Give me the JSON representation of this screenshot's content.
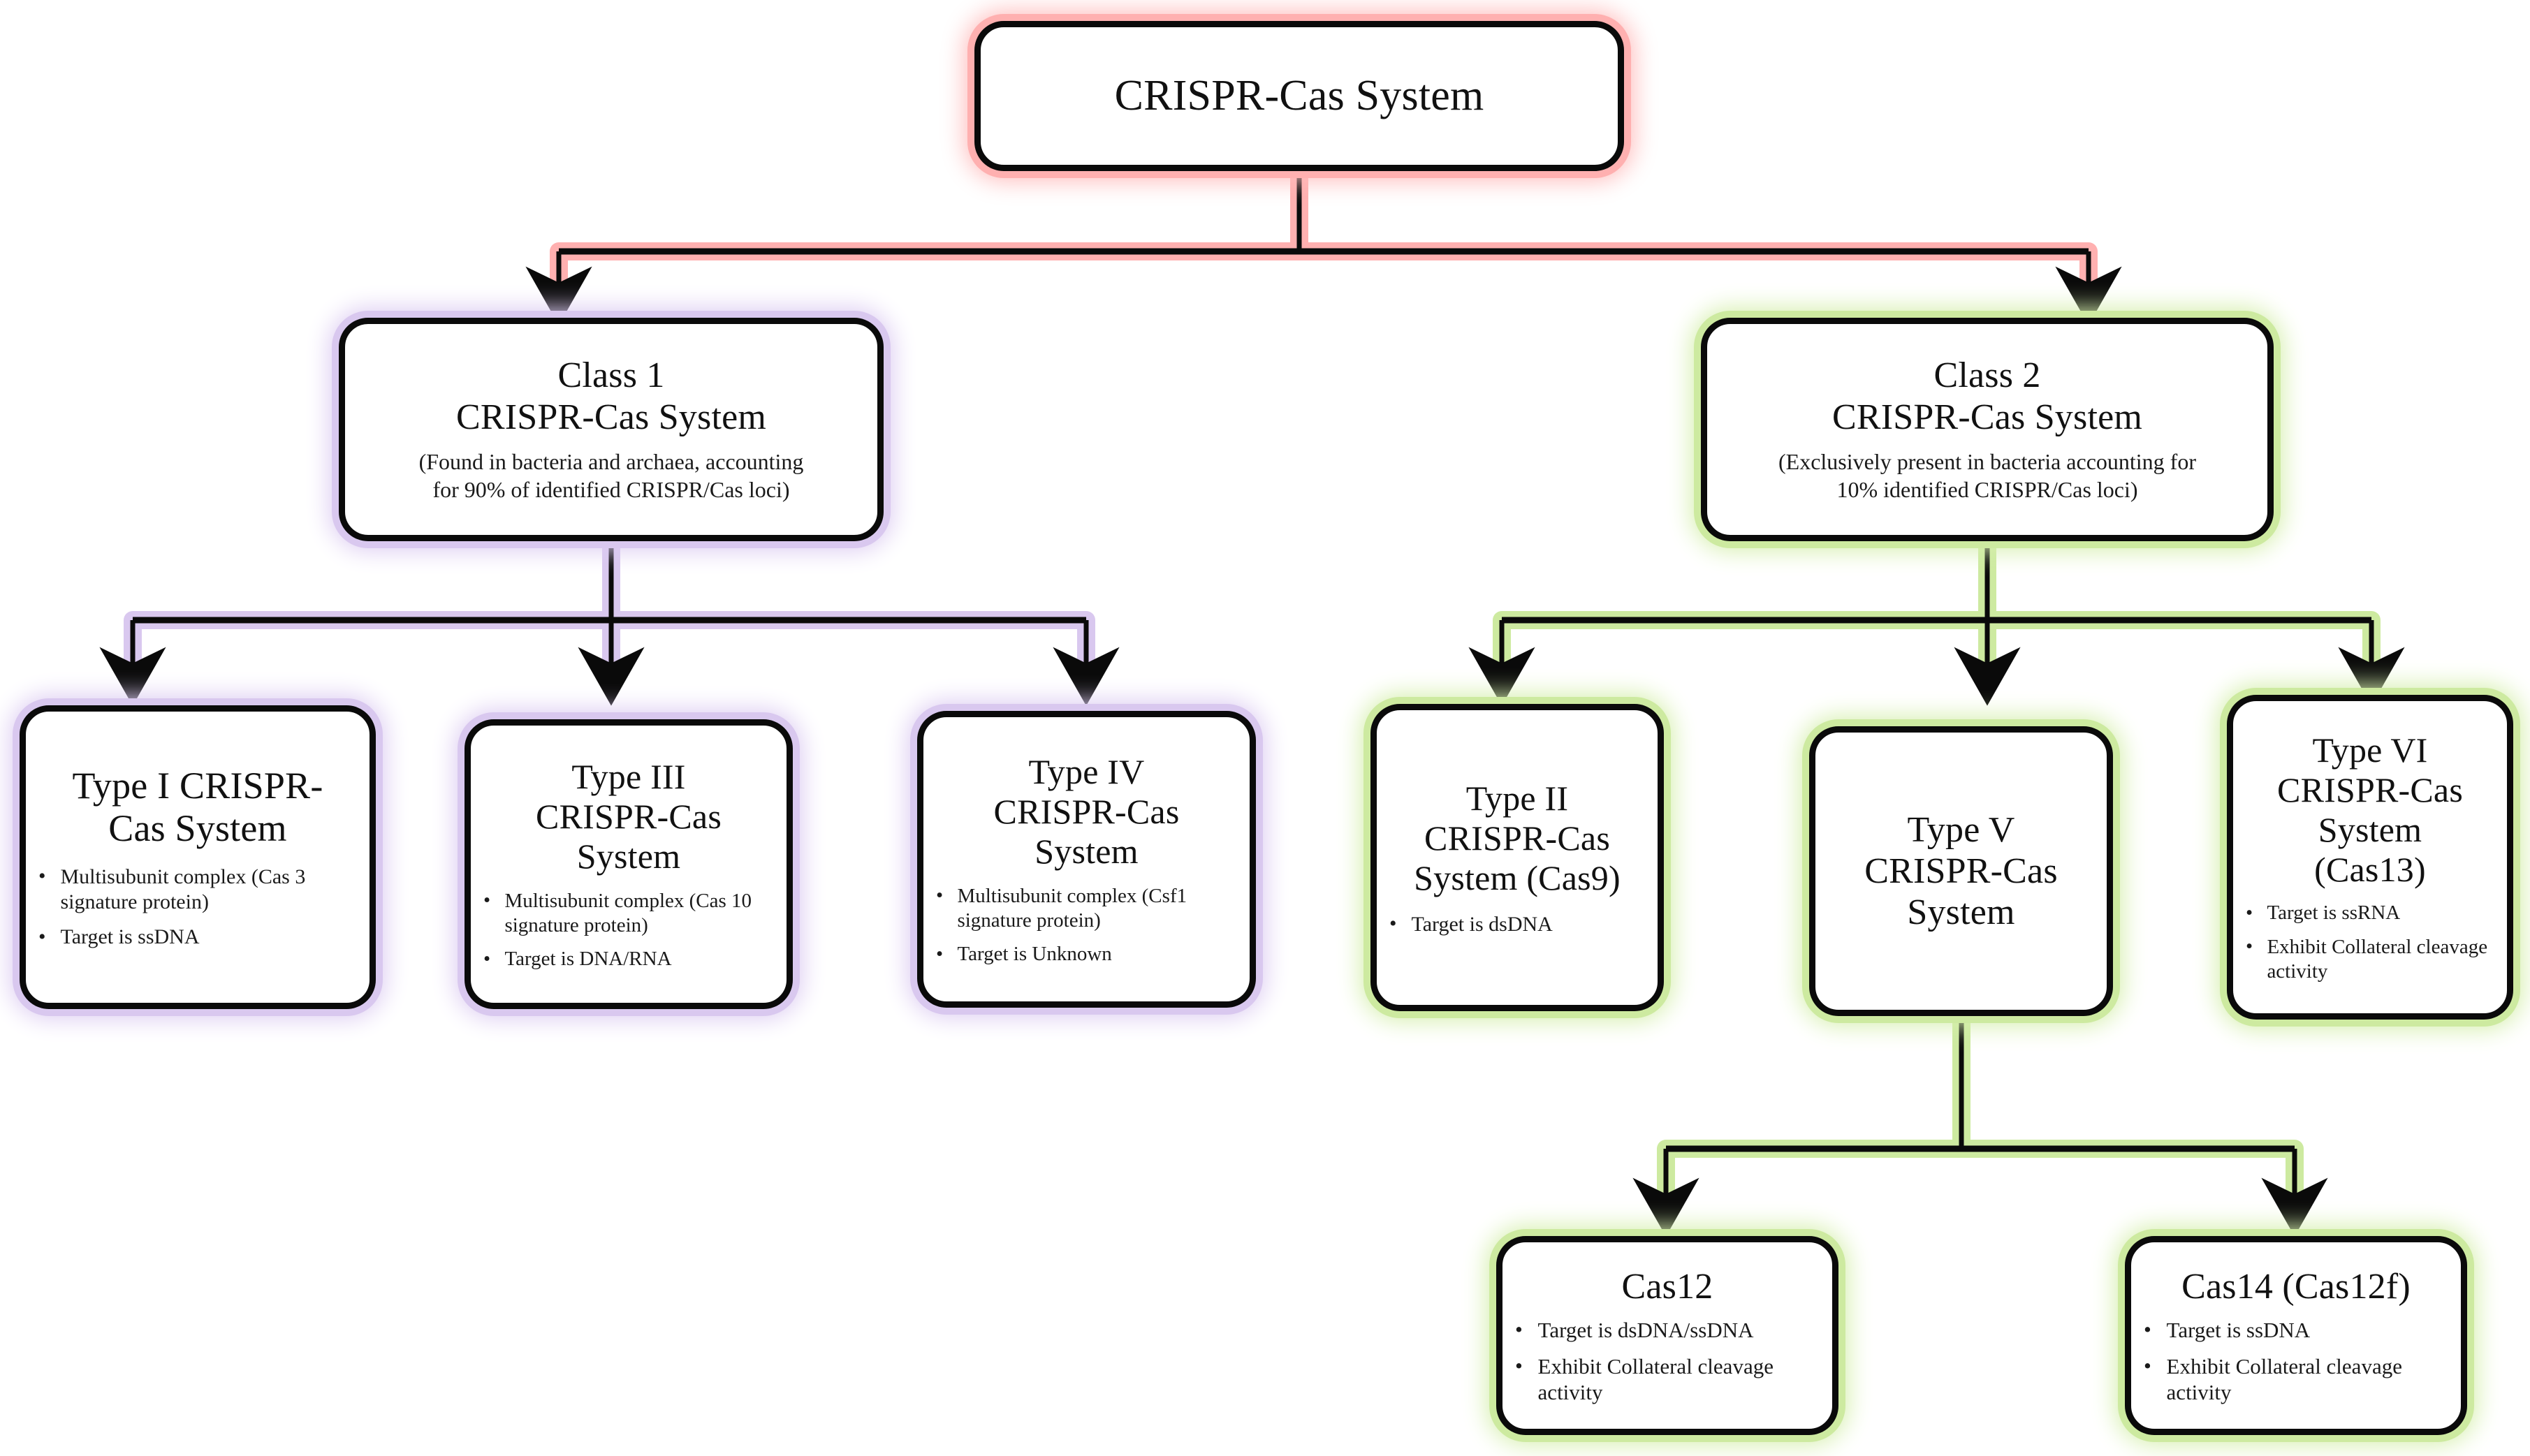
{
  "diagram": {
    "title": "CRISPR-Cas System classification hierarchy",
    "colors": {
      "root_glow": "#ffb0b0",
      "class1_glow": "#d9c8ef",
      "class2_glow": "#cdeaa0",
      "border": "#0a0a0a",
      "background": "#ffffff"
    }
  },
  "nodes": {
    "root": {
      "title": "CRISPR-Cas System"
    },
    "class1": {
      "title": "Class 1\nCRISPR-Cas System",
      "subtitle": "(Found in bacteria and archaea, accounting\nfor 90% of identified CRISPR/Cas loci)"
    },
    "class2": {
      "title": "Class 2\nCRISPR-Cas System",
      "subtitle": "(Exclusively present in bacteria accounting for\n10% identified CRISPR/Cas loci)"
    },
    "type1": {
      "title": "Type I CRISPR-\nCas System",
      "bullets": [
        "Multisubunit complex (Cas 3 signature protein)",
        "Target is ssDNA"
      ]
    },
    "type3": {
      "title": "Type III\nCRISPR-Cas\nSystem",
      "bullets": [
        "Multisubunit complex (Cas 10 signature protein)",
        "Target is DNA/RNA"
      ]
    },
    "type4": {
      "title": "Type IV\nCRISPR-Cas\nSystem",
      "bullets": [
        "Multisubunit complex (Csf1 signature protein)",
        "Target is Unknown"
      ]
    },
    "type2": {
      "title": "Type II\nCRISPR-Cas\nSystem (Cas9)",
      "bullets": [
        "Target is dsDNA"
      ]
    },
    "type5": {
      "title": "Type V\nCRISPR-Cas\nSystem",
      "bullets": []
    },
    "type6": {
      "title": "Type VI\nCRISPR-Cas\nSystem\n(Cas13)",
      "bullets": [
        "Target is ssRNA",
        "Exhibit Collateral cleavage activity"
      ]
    },
    "cas12": {
      "title": "Cas12",
      "bullets": [
        "Target is dsDNA/ssDNA",
        "Exhibit Collateral cleavage activity"
      ]
    },
    "cas14": {
      "title": "Cas14 (Cas12f)",
      "bullets": [
        "Target is ssDNA",
        "Exhibit Collateral cleavage activity"
      ]
    }
  },
  "edges": [
    {
      "from": "root",
      "to": "class1",
      "color": "#ffb0b0"
    },
    {
      "from": "root",
      "to": "class2",
      "color": "#ffb0b0"
    },
    {
      "from": "class1",
      "to": "type1",
      "color": "#d9c8ef"
    },
    {
      "from": "class1",
      "to": "type3",
      "color": "#d9c8ef"
    },
    {
      "from": "class1",
      "to": "type4",
      "color": "#d9c8ef"
    },
    {
      "from": "class2",
      "to": "type2",
      "color": "#cdeaa0"
    },
    {
      "from": "class2",
      "to": "type5",
      "color": "#cdeaa0"
    },
    {
      "from": "class2",
      "to": "type6",
      "color": "#cdeaa0"
    },
    {
      "from": "type5",
      "to": "cas12",
      "color": "#cdeaa0"
    },
    {
      "from": "type5",
      "to": "cas14",
      "color": "#cdeaa0"
    }
  ]
}
